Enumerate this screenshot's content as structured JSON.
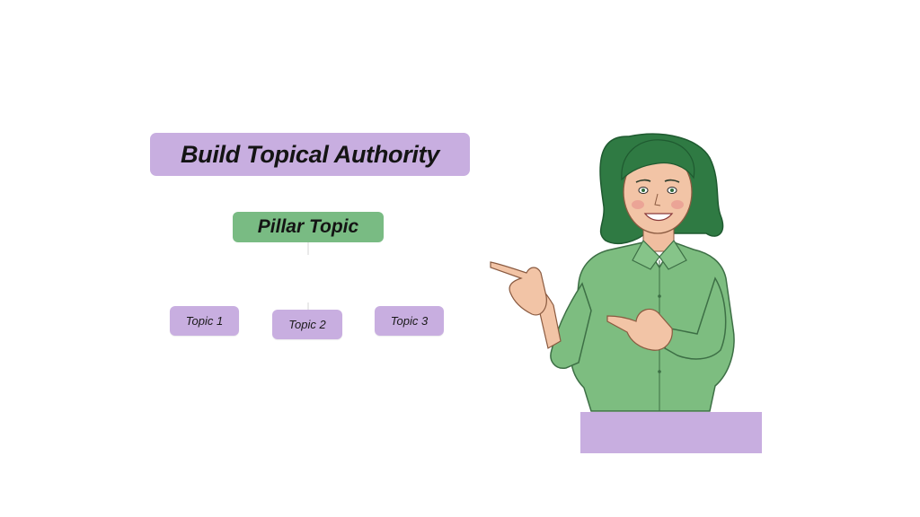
{
  "diagram": {
    "title": "Build Topical Authority",
    "pillar": "Pillar Topic",
    "topics": [
      "Topic 1",
      "Topic 2",
      "Topic 3"
    ]
  },
  "colors": {
    "purple": "#c8aee0",
    "green": "#79bb83",
    "shirt": "#7dbd80",
    "hair": "#2f7a43",
    "skin": "#f2c4a6"
  },
  "illustration": {
    "subject": "woman-pointing-icon"
  }
}
